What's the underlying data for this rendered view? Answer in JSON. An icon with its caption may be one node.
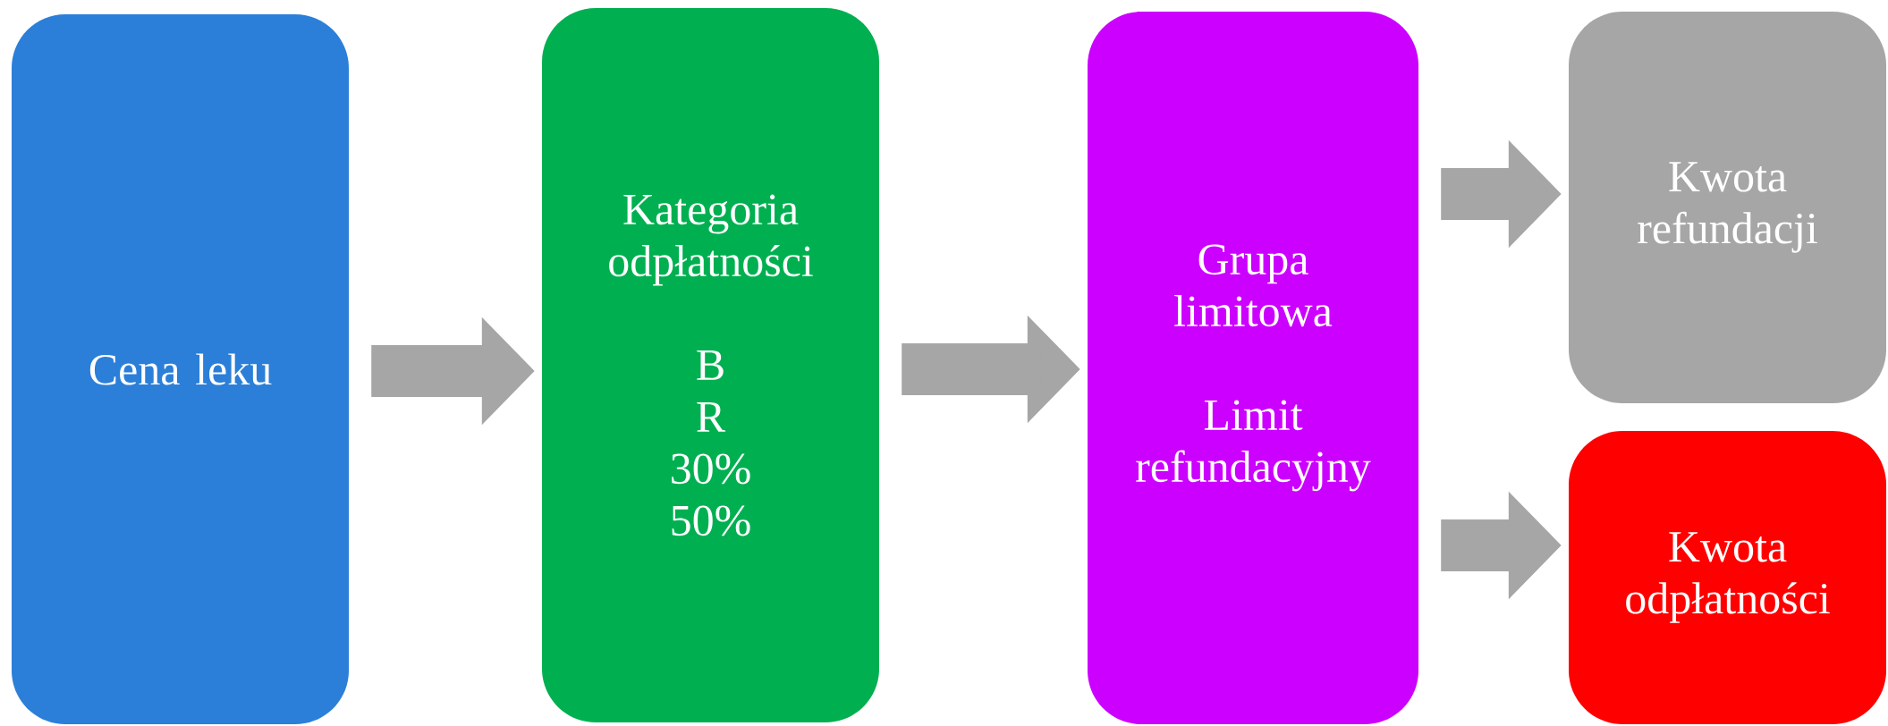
{
  "diagram": {
    "nodes": [
      {
        "text": [
          "Cena leku"
        ]
      },
      {
        "text": [
          "Kategoria odpłatności",
          "B",
          "R",
          "30%",
          "50%"
        ]
      },
      {
        "text": [
          "Grupa limitowa",
          "Limit refundacyjny"
        ]
      },
      {
        "text": [
          "Kwota refundacji"
        ]
      },
      {
        "text": [
          "Kwota odpłatności"
        ]
      }
    ],
    "edges": [
      {
        "from": 0,
        "to": 1,
        "arrow": "to"
      },
      {
        "from": 1,
        "to": 2,
        "arrow": "to"
      },
      {
        "from": 2,
        "to": 3,
        "arrow": "to"
      },
      {
        "from": 2,
        "to": 4,
        "arrow": "to"
      }
    ]
  }
}
